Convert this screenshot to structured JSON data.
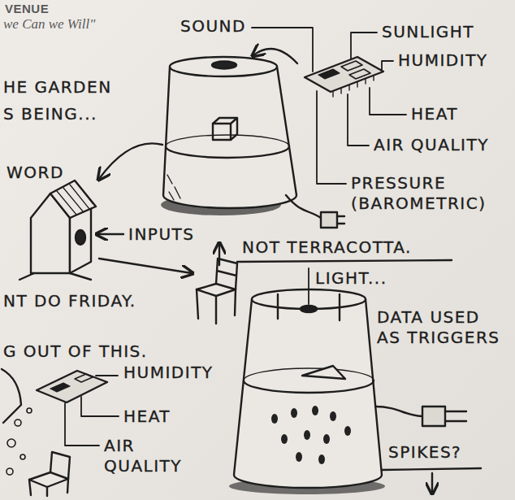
{
  "diagram": {
    "labels": [
      "VENUE",
      "we Can we Will\"",
      "SOUND",
      "SUNLIGHT",
      "HUMIDITY",
      "HEAT",
      "AIR QUALITY",
      "PRESSURE (BAROMETRIC)",
      "HE GARDEN",
      "S BEING...",
      "WORD",
      "INPUTS",
      "NOT TERRACOTTA.",
      "NT DO FRIDAY.",
      "LIGHT...",
      "DATA USED AS TRIGGERS",
      "G OUT OF THIS.",
      "HUMIDITY",
      "HEAT",
      "AIR QUALITY",
      "SPIKES?"
    ]
  }
}
